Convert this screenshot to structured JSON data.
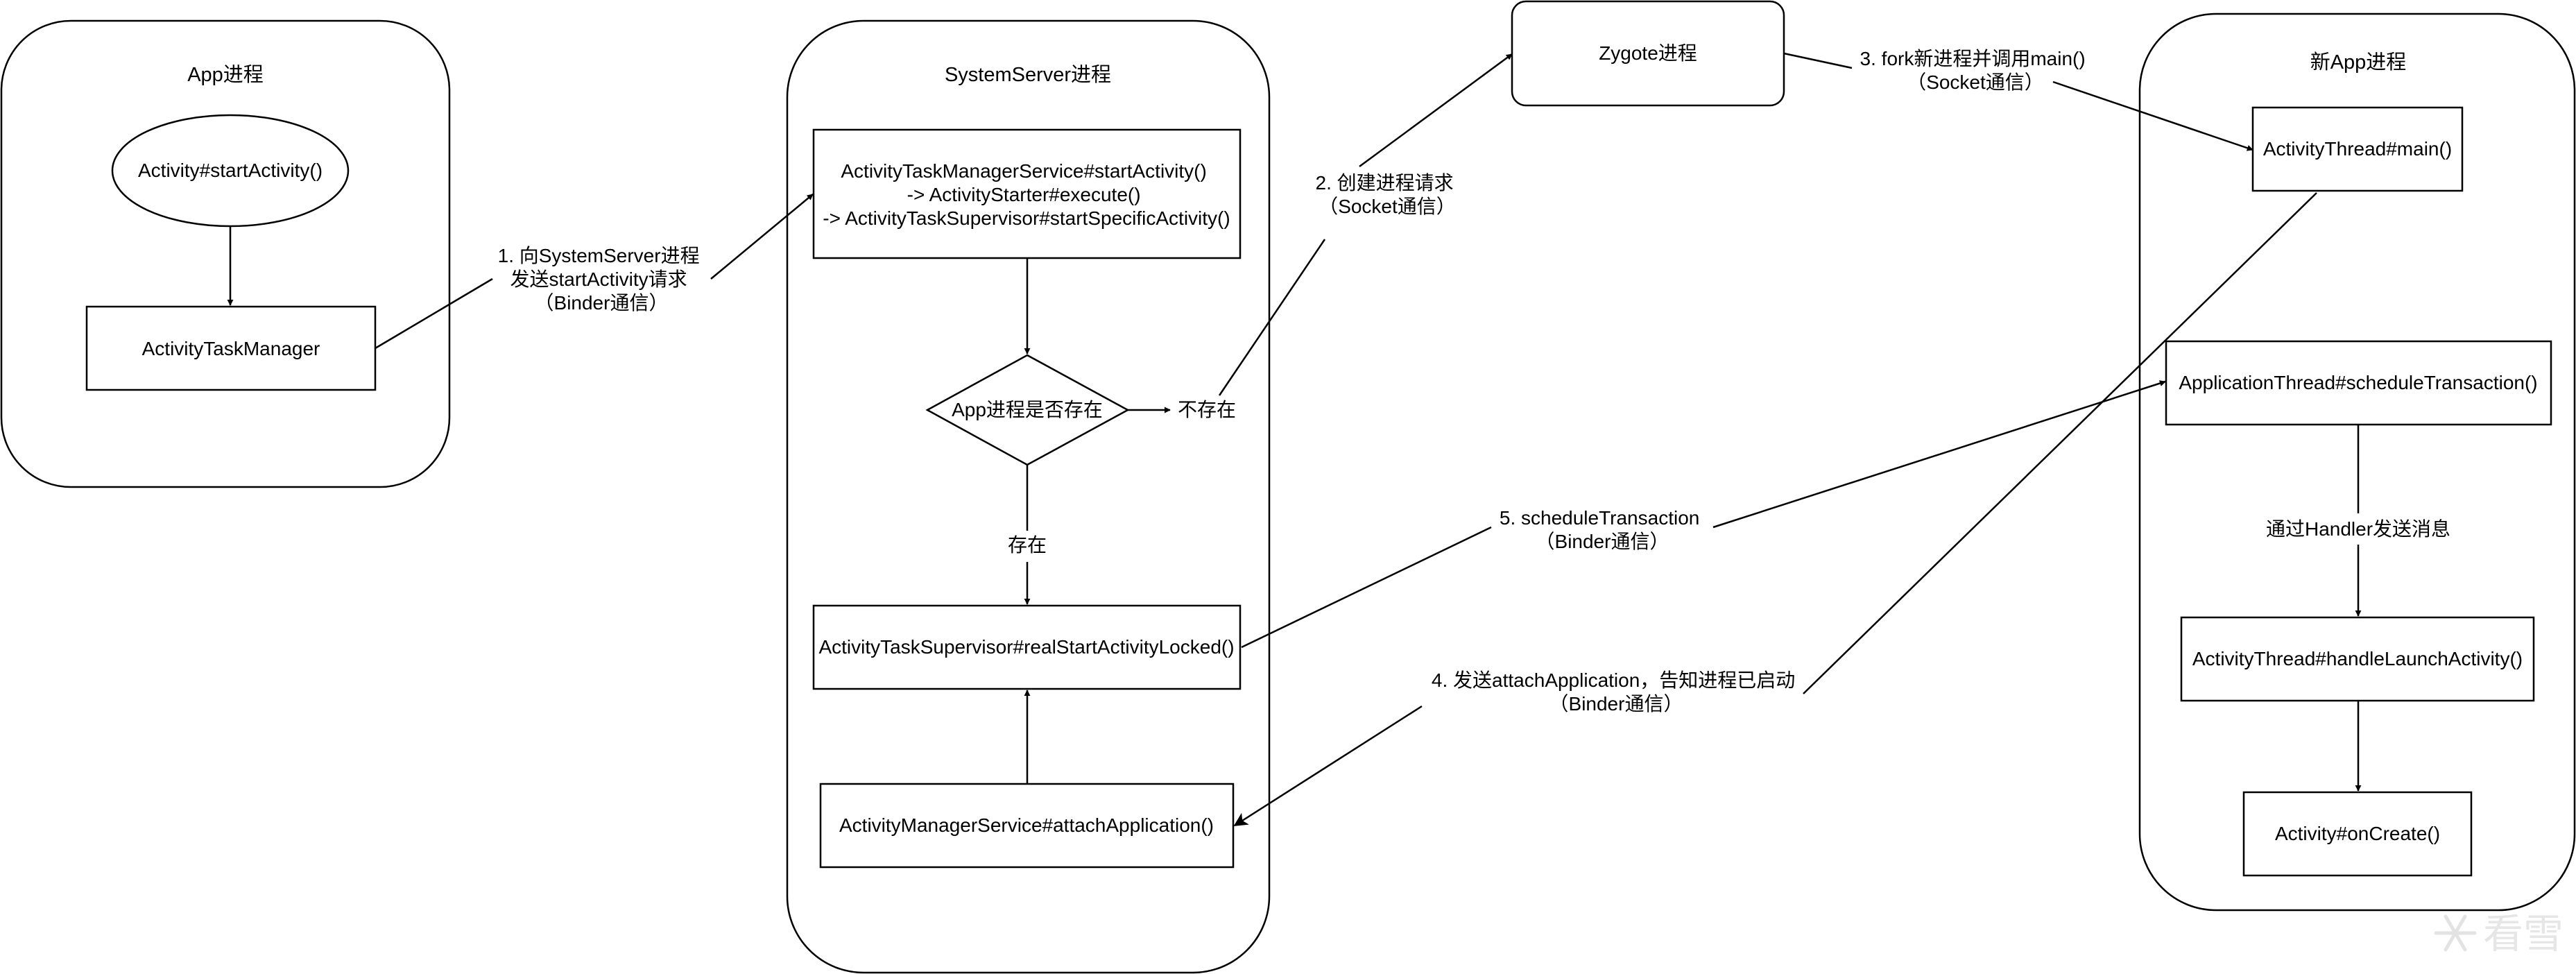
{
  "containers": {
    "app_process": "App进程",
    "systemserver_process": "SystemServer进程",
    "new_app_process": "新App进程"
  },
  "nodes": {
    "activity_start": "Activity#startActivity()",
    "activity_task_manager": "ActivityTaskManager",
    "atms_start": [
      "ActivityTaskManagerService#startActivity()",
      "-> ActivityStarter#execute()",
      "-> ActivityTaskSupervisor#startSpecificActivity()"
    ],
    "app_exists_decision": "App进程是否存在",
    "not_exists": "不存在",
    "exists": "存在",
    "real_start": "ActivityTaskSupervisor#realStartActivityLocked()",
    "attach_application": "ActivityManagerService#attachApplication()",
    "zygote": "Zygote进程",
    "thread_main": "ActivityThread#main()",
    "schedule_transaction": "ApplicationThread#scheduleTransaction()",
    "handle_launch": "ActivityThread#handleLaunchActivity()",
    "on_create": "Activity#onCreate()"
  },
  "edge_labels": {
    "step1": [
      "1. 向SystemServer进程",
      "发送startActivity请求",
      "（Binder通信）"
    ],
    "step2": [
      "2. 创建进程请求",
      "（Socket通信）"
    ],
    "step3": [
      "3. fork新进程并调用main()",
      "（Socket通信）"
    ],
    "step4": [
      "4. 发送attachApplication，告知进程已启动",
      "（Binder通信）"
    ],
    "step5": [
      "5. scheduleTransaction",
      "（Binder通信）"
    ],
    "handler": "通过Handler发送消息"
  },
  "watermark": "看雪"
}
